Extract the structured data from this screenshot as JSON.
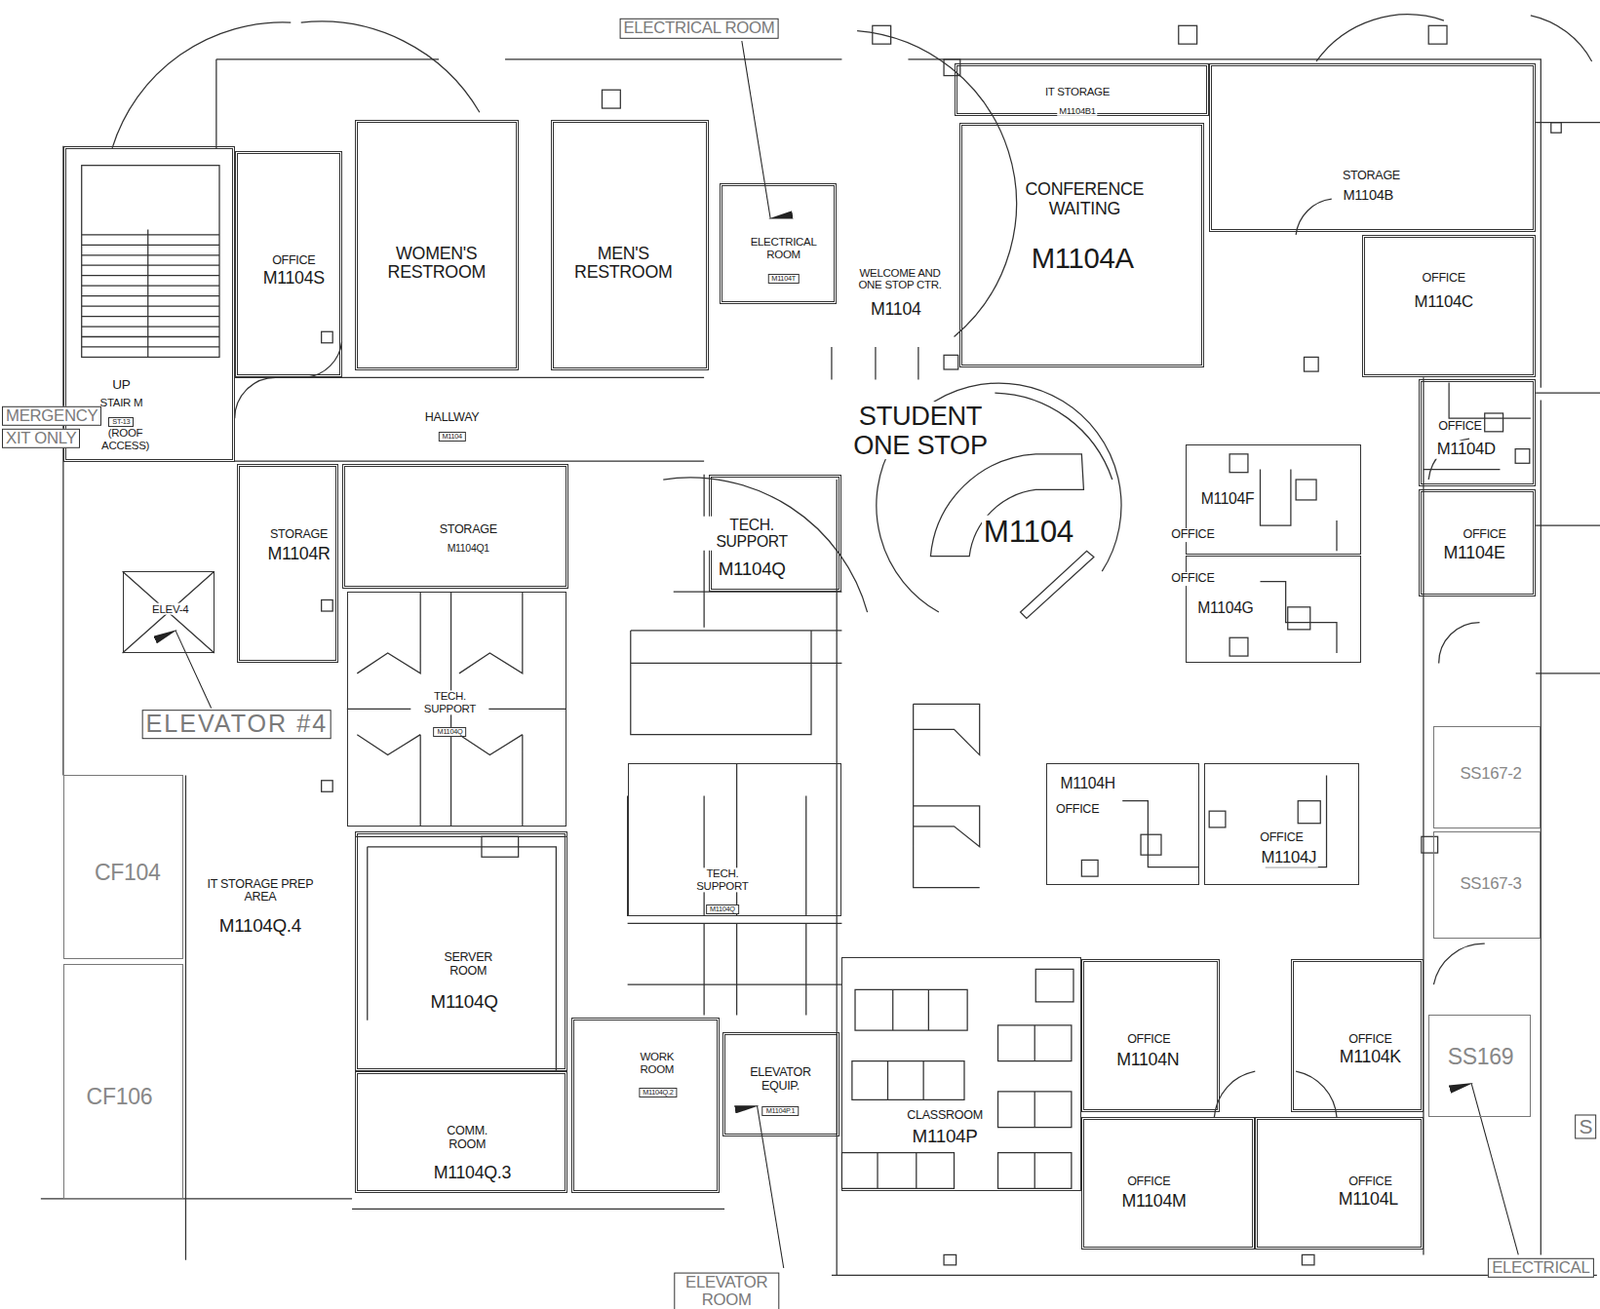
{
  "diagram": {
    "nodes": [
      {
        "text": [
          "UP",
          "STAIR M",
          "ST-13",
          "(ROOF ACCESS)"
        ]
      },
      {
        "text": [
          "OFFICE",
          "M1104S"
        ]
      },
      {
        "text": [
          "WOMEN'S RESTROOM"
        ]
      },
      {
        "text": [
          "MEN'S RESTROOM"
        ]
      },
      {
        "text": [
          "ELECTRICAL ROOM",
          "M1104T"
        ]
      },
      {
        "text": [
          "WELCOME AND ONE STOP CTR.",
          "M1104"
        ]
      },
      {
        "text": [
          "IT STORAGE",
          "M1104B1"
        ]
      },
      {
        "text": [
          "CONFERENCE WAITING",
          "M1104A"
        ]
      },
      {
        "text": [
          "STORAGE",
          "M1104B"
        ]
      },
      {
        "text": [
          "OFFICE",
          "M1104C"
        ]
      },
      {
        "text": [
          "HALLWAY",
          "M1104"
        ]
      },
      {
        "text": [
          "STUDENT ONE STOP",
          "M1104"
        ]
      },
      {
        "text": [
          "OFFICE",
          "M1104D"
        ]
      },
      {
        "text": [
          "M1104F",
          "OFFICE"
        ]
      },
      {
        "text": [
          "OFFICE",
          "M1104G"
        ]
      },
      {
        "text": [
          "OFFICE",
          "M1104E"
        ]
      },
      {
        "text": [
          "STORAGE",
          "M1104R"
        ]
      },
      {
        "text": [
          "STORAGE",
          "M1104Q1"
        ]
      },
      {
        "text": [
          "ELEV-4"
        ]
      },
      {
        "text": [
          "TECH. SUPPORT",
          "M1104Q"
        ]
      },
      {
        "text": [
          "TECH. SUPPORT",
          "M1104Q"
        ]
      },
      {
        "text": [
          "TECH. SUPPORT",
          "M1104Q"
        ]
      },
      {
        "text": [
          "M1104H",
          "OFFICE"
        ]
      },
      {
        "text": [
          "OFFICE",
          "M1104J"
        ]
      },
      {
        "text": [
          "IT STORAGE PREP AREA",
          "M1104Q.4"
        ]
      },
      {
        "text": [
          "SERVER ROOM",
          "M1104Q"
        ]
      },
      {
        "text": [
          "COMM. ROOM",
          "M1104Q.3"
        ]
      },
      {
        "text": [
          "WORK ROOM",
          "M1104Q.2"
        ]
      },
      {
        "text": [
          "ELEVATOR EQUIP.",
          "M1104P.1"
        ]
      },
      {
        "text": [
          "CLASSROOM",
          "M1104P"
        ]
      },
      {
        "text": [
          "OFFICE",
          "M1104N"
        ]
      },
      {
        "text": [
          "OFFICE",
          "M1104K"
        ]
      },
      {
        "text": [
          "OFFICE",
          "M1104M"
        ]
      },
      {
        "text": [
          "OFFICE",
          "M1104L"
        ]
      },
      {
        "text": [
          "CF104"
        ]
      },
      {
        "text": [
          "CF106"
        ]
      },
      {
        "text": [
          "SS167-2"
        ]
      },
      {
        "text": [
          "SS167-3"
        ]
      },
      {
        "text": [
          "SS169"
        ]
      }
    ],
    "labels": [
      "ELECTRICAL ROOM",
      "MERGENCY",
      "XIT ONLY",
      "ELEVATOR #4",
      "S",
      "ELEVATOR ROOM",
      "ELECTRICAL"
    ]
  }
}
